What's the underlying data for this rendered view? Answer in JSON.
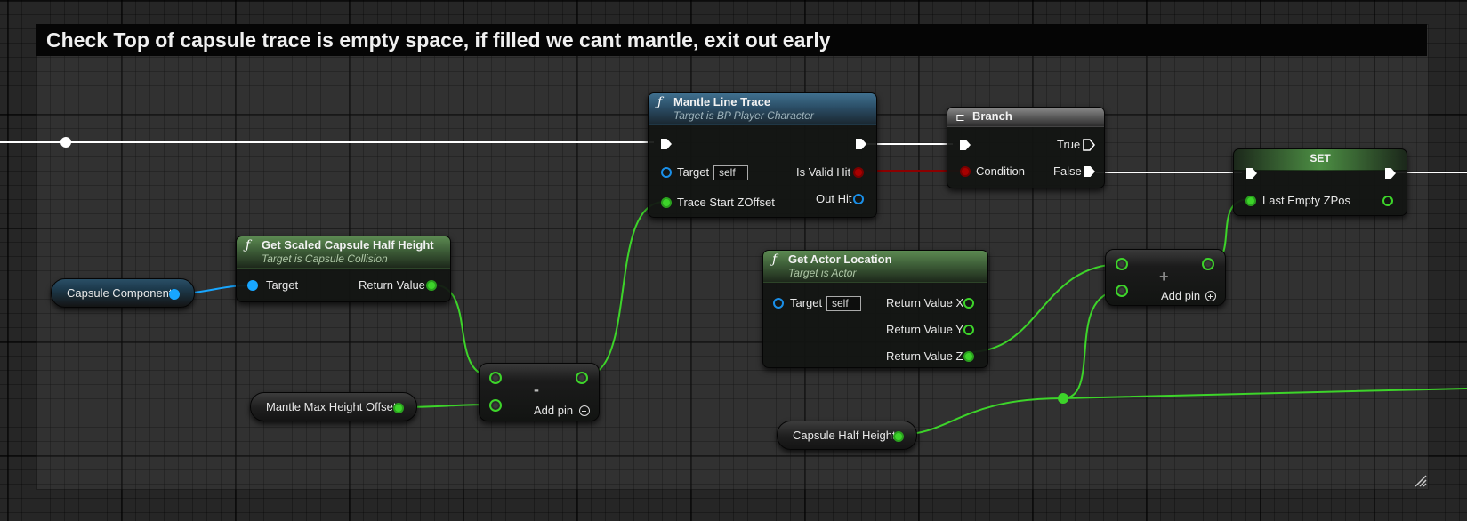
{
  "comment": {
    "title": "Check Top of capsule trace is empty space, if filled we cant mantle, exit out early"
  },
  "colors": {
    "exec_wire": "#ffffff",
    "float_wire": "#3dd42a",
    "object_wire": "#18a6ff",
    "bool_wire": "#8b0000",
    "function_header_blue": "#2b4e66",
    "pure_function_header_green": "#3e5e38",
    "set_header": "#4d8f44"
  },
  "nodes": {
    "capsule_component": {
      "label": "Capsule Component",
      "icon": "object-pin-icon"
    },
    "get_scaled_capsule_half_height": {
      "icon": "function-icon",
      "title": "Get Scaled Capsule Half Height",
      "subtitle": "Target is Capsule Collision",
      "pins": {
        "target": "Target",
        "return_value": "Return Value"
      }
    },
    "mantle_max_height_offset": {
      "label": "Mantle Max Height Offset"
    },
    "subtract": {
      "symbol": "-",
      "add_pin": "Add pin",
      "icon": "add-pin-icon"
    },
    "mantle_line_trace": {
      "icon": "function-icon",
      "title": "Mantle Line Trace",
      "subtitle": "Target is BP Player Character",
      "pins": {
        "target": "Target",
        "target_default": "self",
        "trace_start_zoffset": "Trace Start ZOffset",
        "is_valid_hit": "Is Valid Hit",
        "out_hit": "Out Hit"
      }
    },
    "branch": {
      "icon": "branch-icon",
      "title": "Branch",
      "pins": {
        "true": "True",
        "condition": "Condition",
        "false": "False"
      }
    },
    "get_actor_location": {
      "icon": "function-icon",
      "title": "Get Actor Location",
      "subtitle": "Target is Actor",
      "pins": {
        "target": "Target",
        "target_default": "self",
        "return_x": "Return Value X",
        "return_y": "Return Value Y",
        "return_z": "Return Value Z"
      }
    },
    "add": {
      "symbol": "+",
      "add_pin": "Add pin",
      "icon": "add-pin-icon"
    },
    "capsule_half_height": {
      "label": "Capsule Half Height"
    },
    "set": {
      "title": "SET",
      "pins": {
        "last_empty_zpos": "Last Empty ZPos"
      }
    }
  }
}
